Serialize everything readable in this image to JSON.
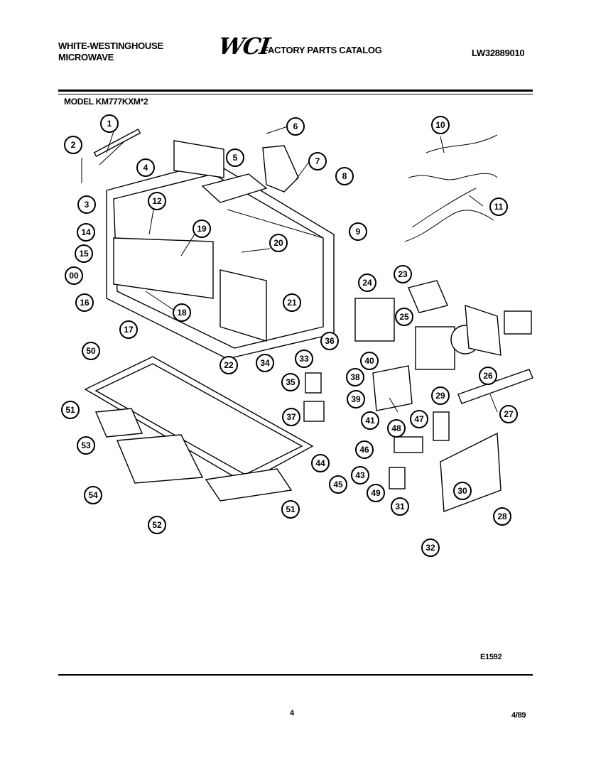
{
  "header": {
    "brand_line1": "WHITE-WESTINGHOUSE",
    "brand_line2": "MICROWAVE",
    "logo_text": "WCI",
    "catalog_title": "FACTORY PARTS CATALOG",
    "doc_number": "LW32889010"
  },
  "model_label": "MODEL KM777KXM*2",
  "figure_code": "E1592",
  "page_number": "4",
  "date": "4/89",
  "callouts": [
    "1",
    "2",
    "3",
    "4",
    "5",
    "6",
    "7",
    "8",
    "9",
    "10",
    "11",
    "12",
    "14",
    "15",
    "00",
    "16",
    "17",
    "18",
    "19",
    "20",
    "21",
    "22",
    "23",
    "24",
    "25",
    "26",
    "27",
    "28",
    "29",
    "30",
    "31",
    "32",
    "33",
    "34",
    "35",
    "36",
    "37",
    "38",
    "39",
    "40",
    "41",
    "43",
    "44",
    "45",
    "46",
    "47",
    "48",
    "49",
    "50",
    "51",
    "51",
    "52",
    "53",
    "54"
  ]
}
